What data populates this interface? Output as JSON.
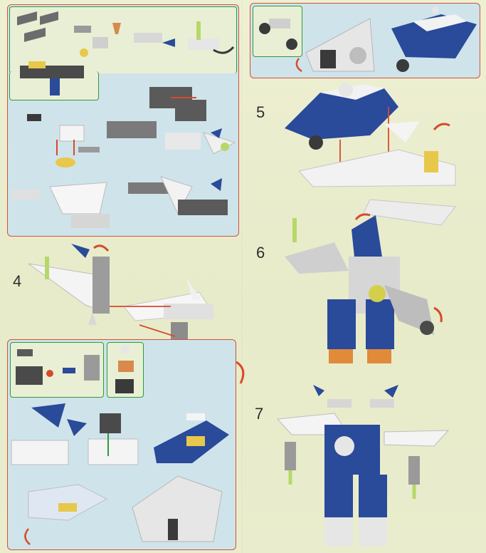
{
  "steps": {
    "s4": "4",
    "s5": "5",
    "s6": "6",
    "s7": "7"
  },
  "colors": {
    "panel_border": "#d1533b",
    "sub_border": "#2c9a3c",
    "panel_fill": "#cfe3ea",
    "brick_blue": "#2a4a9a",
    "brick_white": "#f4f4f4",
    "brick_grey": "#8c8c8c",
    "brick_dark": "#3a3a3a",
    "arrow_red": "#d64a2c",
    "accent_yellow": "#e8c84a",
    "accent_green": "#b6d86a"
  },
  "icons": [
    "rotate-arrow-icon",
    "assembly-arrow-icon"
  ]
}
